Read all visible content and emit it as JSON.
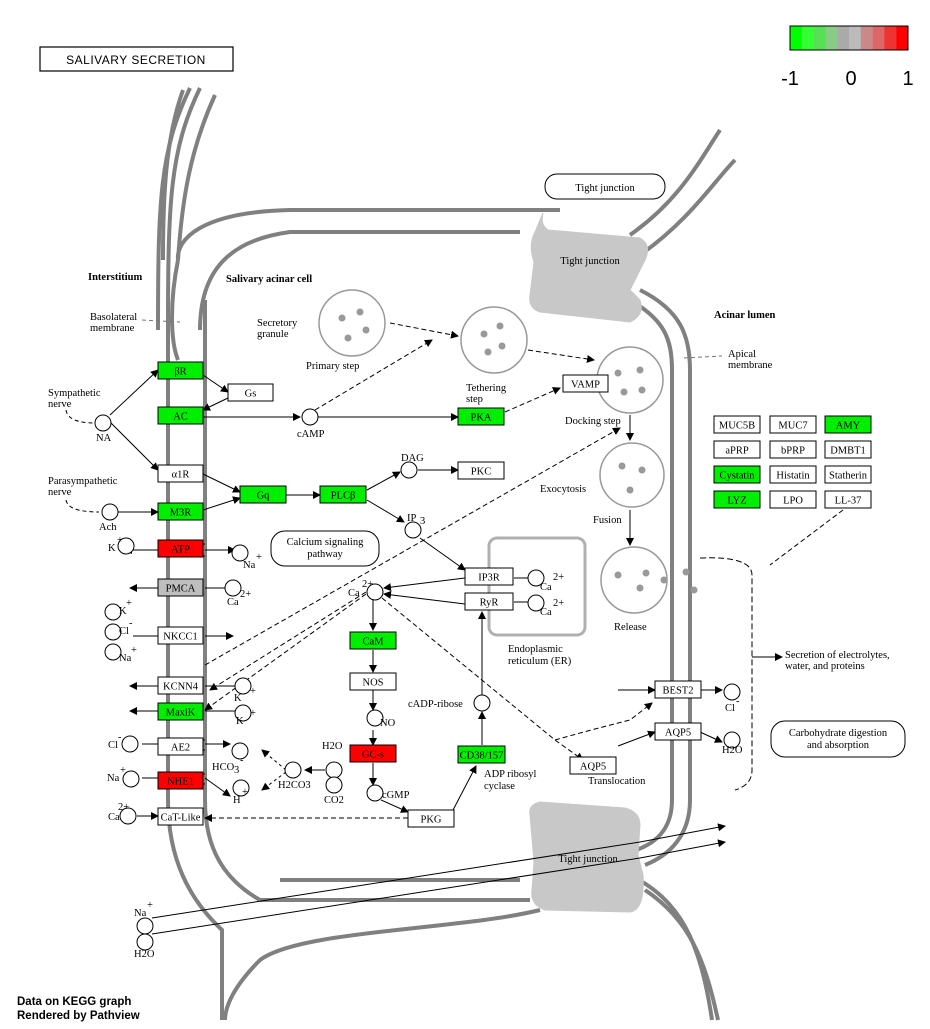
{
  "title": "SALIVARY SECRETION",
  "legend": {
    "min": "-1",
    "mid": "0",
    "max": "1",
    "colors": [
      "#00ff00",
      "#33ff33",
      "#55e055",
      "#88cc88",
      "#aaaaaa",
      "#bbbbbb",
      "#cc8888",
      "#dd6666",
      "#ee3333",
      "#ff0000"
    ]
  },
  "regions": {
    "interstitium": "Interstitium",
    "acinar_cell": "Salivary acinar cell",
    "acinar_lumen": "Acinar lumen",
    "basolateral_1": "Basolateral",
    "basolateral_2": "membrane",
    "apical_1": "Apical",
    "apical_2": "membrane",
    "tight_junction_label": "Tight junction",
    "tight_junction_top": "Tight junction",
    "tight_junction_bottom": "Tight junction"
  },
  "genes": {
    "bR": "βR",
    "Gs": "Gs",
    "AC": "AC",
    "a1R": "α1R",
    "Gq": "Gq",
    "PLCb": "PLCβ",
    "M3R": "M3R",
    "ATP": "ATP",
    "PMCA": "PMCA",
    "NKCC1": "NKCC1",
    "KCNN4": "KCNN4",
    "MaxiK": "MaxiK",
    "AE2": "AE2",
    "NHE1": "NHE1",
    "CaTLike": "CaT-Like",
    "PKA": "PKA",
    "PKC": "PKC",
    "VAMP": "VAMP",
    "IP3R": "IP3R",
    "RyR": "RyR",
    "CaM": "CaM",
    "NOS": "NOS",
    "GCs": "GC-s",
    "CD38": "CD38/157",
    "PKG": "PKG",
    "BEST2": "BEST2",
    "AQP5a": "AQP5",
    "AQP5b": "AQP5",
    "MUC5B": "MUC5B",
    "MUC7": "MUC7",
    "AMY": "AMY",
    "aPRP": "aPRP",
    "bPRP": "bPRP",
    "DMBT1": "DMBT1",
    "Cystatin": "Cystatin",
    "Histatin": "Histatin",
    "Statherin": "Statherin",
    "LYZ": "LYZ",
    "LPO": "LPO",
    "LL37": "LL-37"
  },
  "gene_colors": {
    "green": "#00ee00",
    "red": "#ff0000",
    "grey": "#bebebe",
    "white": "#ffffff"
  },
  "compounds": {
    "NA": "NA",
    "Ach": "Ach",
    "cAMP": "cAMP",
    "DAG": "DAG",
    "IP3": "IP",
    "IP3_sub": "3",
    "Ca": "Ca",
    "Ca_sup": "2+",
    "K": "K",
    "K_sup": "+",
    "Na": "Na",
    "Na_sup": "+",
    "Cl": "Cl",
    "Cl_sup": "-",
    "HCO3": "HCO",
    "HCO3_sub": "3",
    "HCO3_sup": "-",
    "H": "H",
    "H_sup": "+",
    "H2CO3": "H2CO3",
    "H2O": "H2O",
    "CO2": "CO2",
    "NO": "NO",
    "cGMP": "cGMP",
    "cADPribose": "cADP-ribose"
  },
  "labels": {
    "sympathetic_1": "Sympathetic",
    "sympathetic_2": "nerve",
    "parasympathetic_1": "Parasympathetic",
    "parasympathetic_2": "nerve",
    "secretory_1": "Secretory",
    "secretory_2": "granule",
    "primary_step": "Primary step",
    "tethering_1": "Tethering",
    "tethering_2": "step",
    "docking_step": "Docking step",
    "exocytosis": "Exocytosis",
    "fusion": "Fusion",
    "release": "Release",
    "er_1": "Endoplasmic",
    "er_2": "reticulum (ER)",
    "adp_1": "ADP ribosyl",
    "adp_2": "cyclase",
    "translocation": "Translocation",
    "secretion_1": "Secretion of electrolytes,",
    "secretion_2": "water, and proteins",
    "calcium_1": "Calcium signaling",
    "calcium_2": "pathway",
    "carb_1": "Carbohydrate digestion",
    "carb_2": "and absorption"
  },
  "footer": {
    "line1": "Data on KEGG graph",
    "line2": "Rendered by Pathview"
  }
}
